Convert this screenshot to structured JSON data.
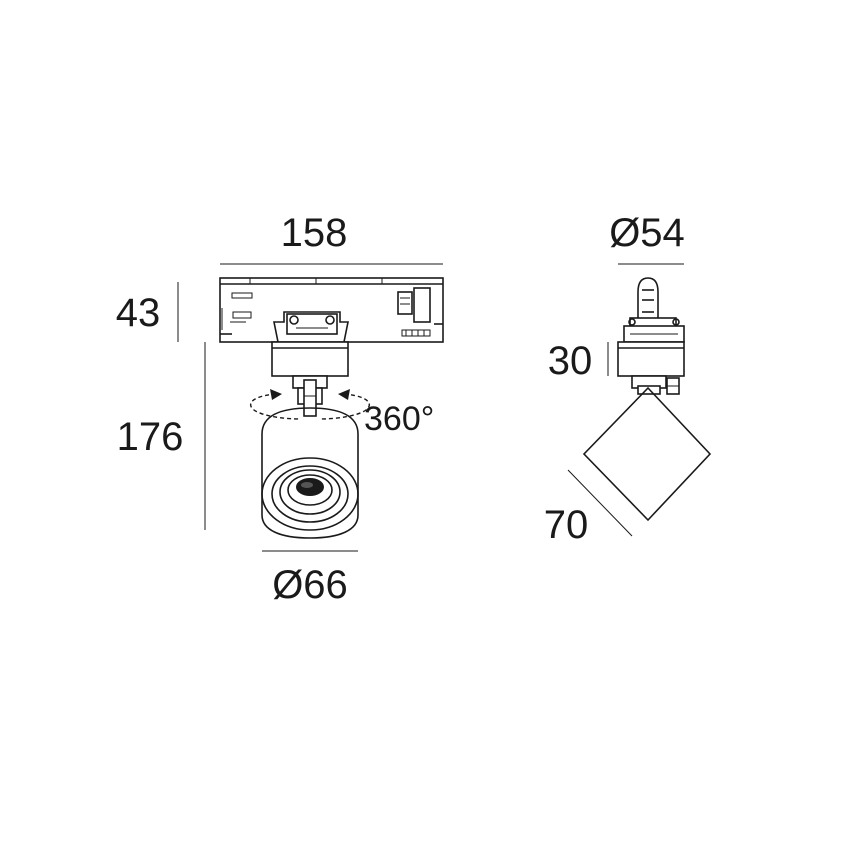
{
  "dimensions": {
    "front_width": "158",
    "adapter_height": "43",
    "total_height": "176",
    "head_diameter": "Ø66",
    "rotation": "360°",
    "side_diameter": "Ø54",
    "side_adapter_height": "30",
    "side_head_size": "70"
  }
}
